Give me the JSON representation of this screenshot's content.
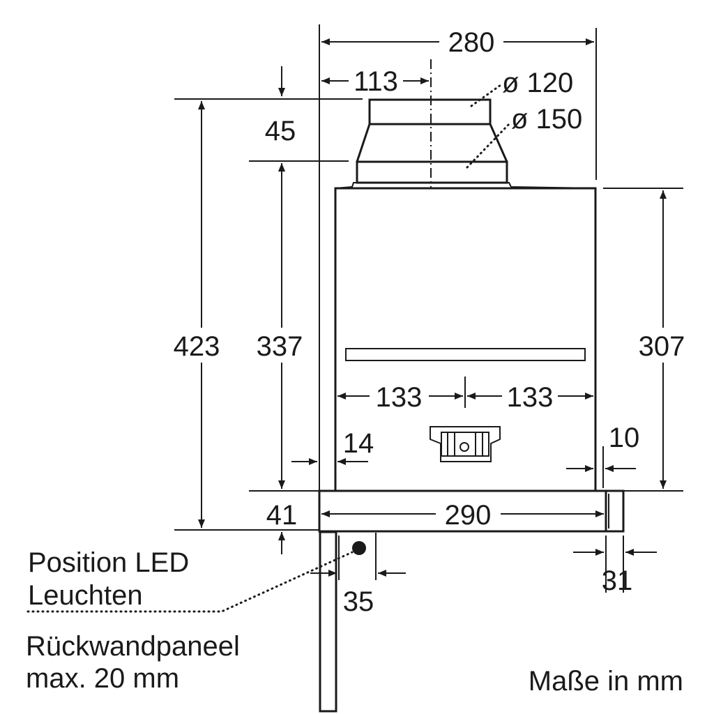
{
  "dimensions": {
    "width_total": "280",
    "duct_offset": "113",
    "duct_inner": "ø 120",
    "duct_outer": "ø 150",
    "height_adapter": "45",
    "height_total": "423",
    "height_body_with_adapter": "337",
    "height_body": "307",
    "half_width_left": "133",
    "half_width_right": "133",
    "offset_left": "14",
    "offset_right": "10",
    "panel_height": "41",
    "panel_width": "290",
    "handle_depth": "31",
    "led_offset": "35"
  },
  "notes": {
    "led_line1": "Position LED",
    "led_line2": "Leuchten",
    "panel_line1": "Rückwandpaneel",
    "panel_line2": "max. 20 mm",
    "units": "Maße in mm"
  }
}
